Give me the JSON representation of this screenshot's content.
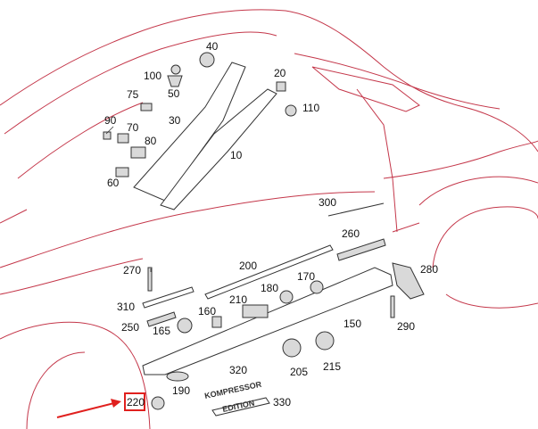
{
  "labels": [
    "40",
    "100",
    "50",
    "75",
    "30",
    "20",
    "110",
    "90",
    "70",
    "80",
    "10",
    "60",
    "300",
    "260",
    "200",
    "270",
    "280",
    "170",
    "180",
    "210",
    "310",
    "160",
    "150",
    "290",
    "250",
    "165",
    "320",
    "205",
    "215",
    "190",
    "220",
    "330"
  ],
  "badges": {
    "kompressor": "KOMPRESSOR",
    "edition": "EDITION"
  },
  "highlight": {
    "part": "220",
    "color": "#e0201e"
  },
  "colors": {
    "outline": "#c4374a",
    "parts": "#d9d9d9"
  }
}
